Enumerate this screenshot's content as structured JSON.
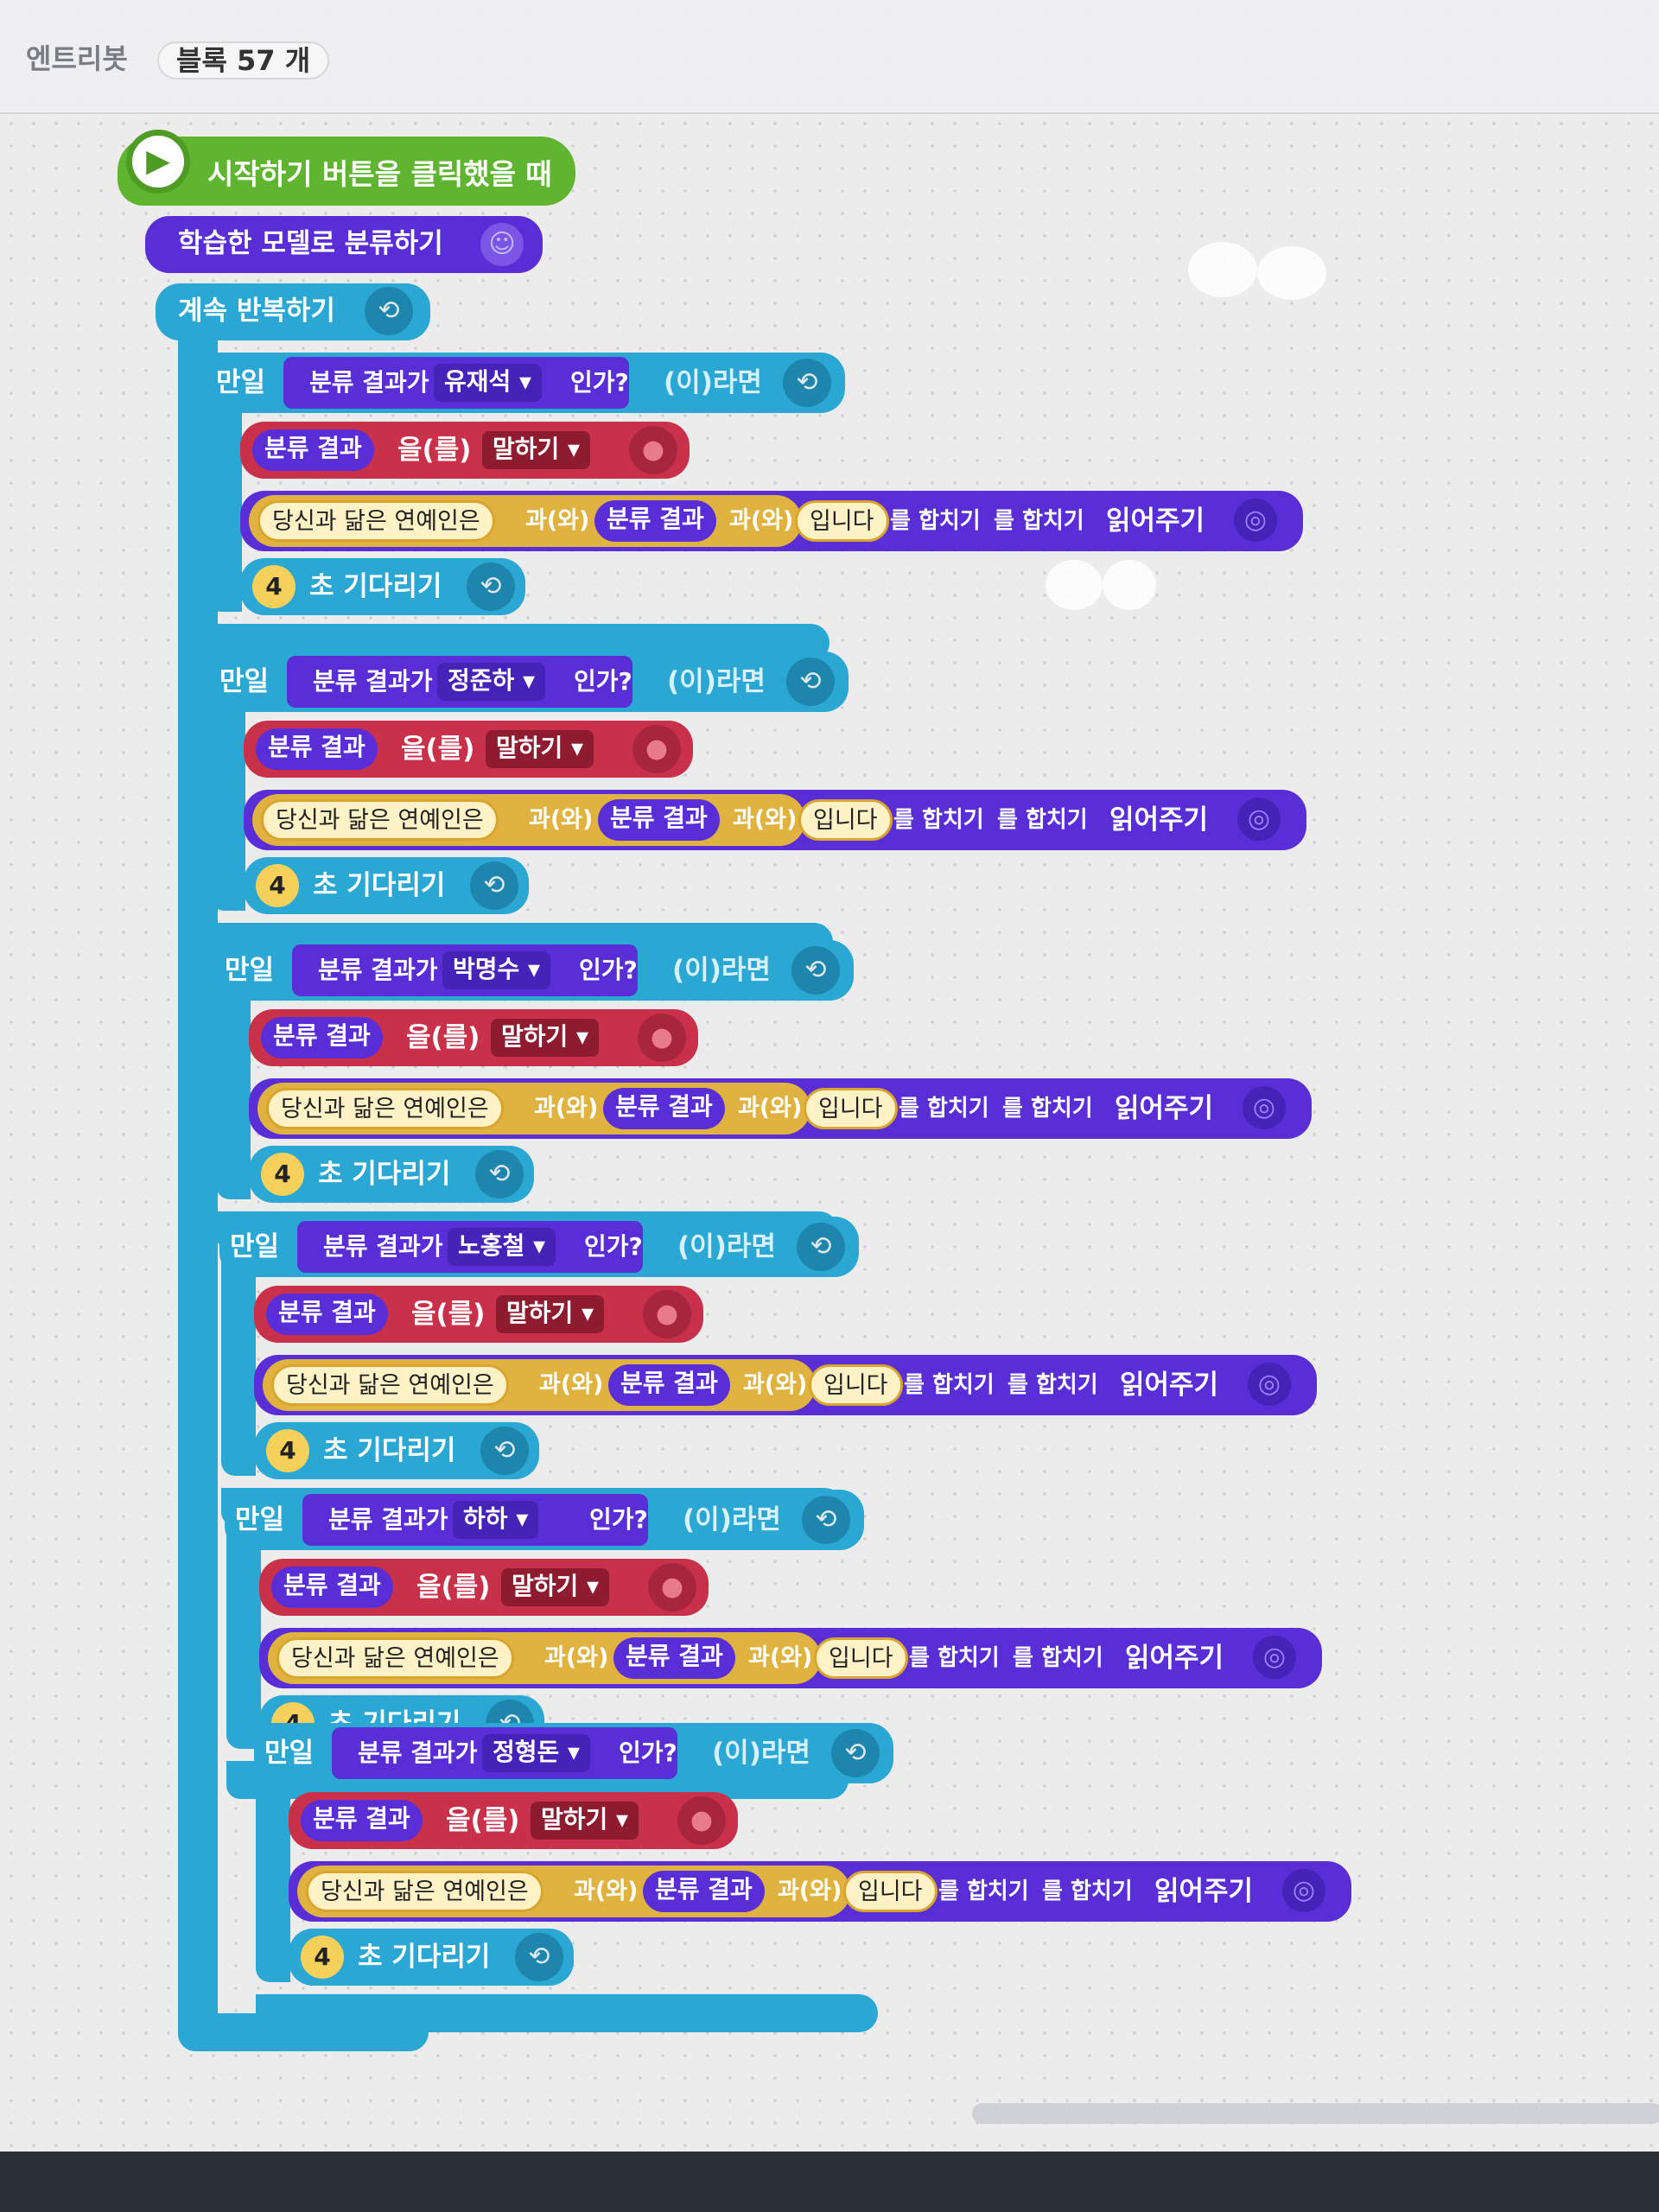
{
  "topbar": {
    "app_tab": "엔트리봇",
    "block_count": "블록 57 개"
  },
  "start": {
    "label": "시작하기 버튼을 클릭했을 때"
  },
  "classify": {
    "label": "학습한 모델로 분류하기"
  },
  "loop": {
    "label": "계속 반복하기"
  },
  "text": {
    "if": "만일",
    "result_is": "분류 결과가",
    "is_q": "인가?",
    "then": "(이)라면",
    "result": "분류 결과",
    "eul": "을(를)",
    "say": "말하기 ▾",
    "sentence": "당신과 닮은 연예인은",
    "gwa": "과(와)",
    "ipnida": "입니다",
    "join": "를 합치기",
    "read": "읽어주기",
    "sec": "초 기다리기"
  },
  "wait_seconds": "4",
  "cases": [
    {
      "name": "유재석 ▾"
    },
    {
      "name": "정준하 ▾"
    },
    {
      "name": "박명수 ▾"
    },
    {
      "name": "노홍철 ▾"
    },
    {
      "name": "하하 ▾"
    },
    {
      "name": "정형돈 ▾"
    }
  ],
  "colors": {
    "event_green": "#5fb52f",
    "ai_purple": "#5a2ed6",
    "flow_blue": "#2ba7d3",
    "say_red": "#c9304a",
    "text_yellow": "#e0b341"
  }
}
